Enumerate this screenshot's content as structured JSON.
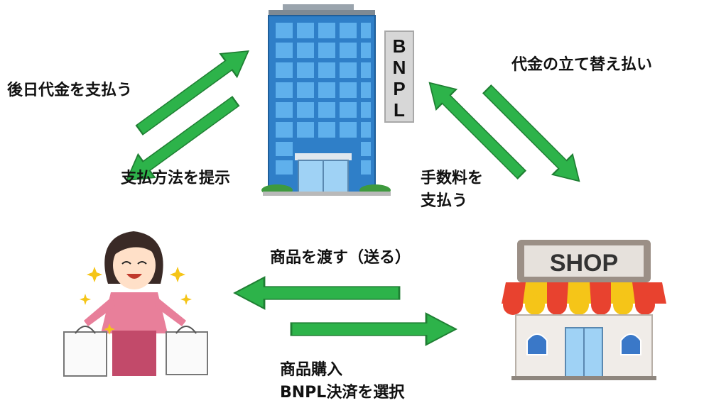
{
  "building": {
    "sign_letters": [
      "B",
      "N",
      "P",
      "L"
    ]
  },
  "shop": {
    "sign": "SHOP"
  },
  "labels": {
    "pay_later": "後日代金を支払う",
    "present_method": "支払方法を提示",
    "advance_payment": "代金の立て替え払い",
    "fee_line1": "手数料を",
    "fee_line2": "支払う",
    "deliver_goods": "商品を渡す（送る）",
    "purchase_line1": "商品購入",
    "purchase_line2": "BNPL決済を選択"
  },
  "colors": {
    "arrow_green": "#2db34a",
    "building_blue": "#3a8fd6",
    "awning_red": "#e8422f",
    "awning_yellow": "#f5c518",
    "shirt_pink": "#e87f9a"
  }
}
